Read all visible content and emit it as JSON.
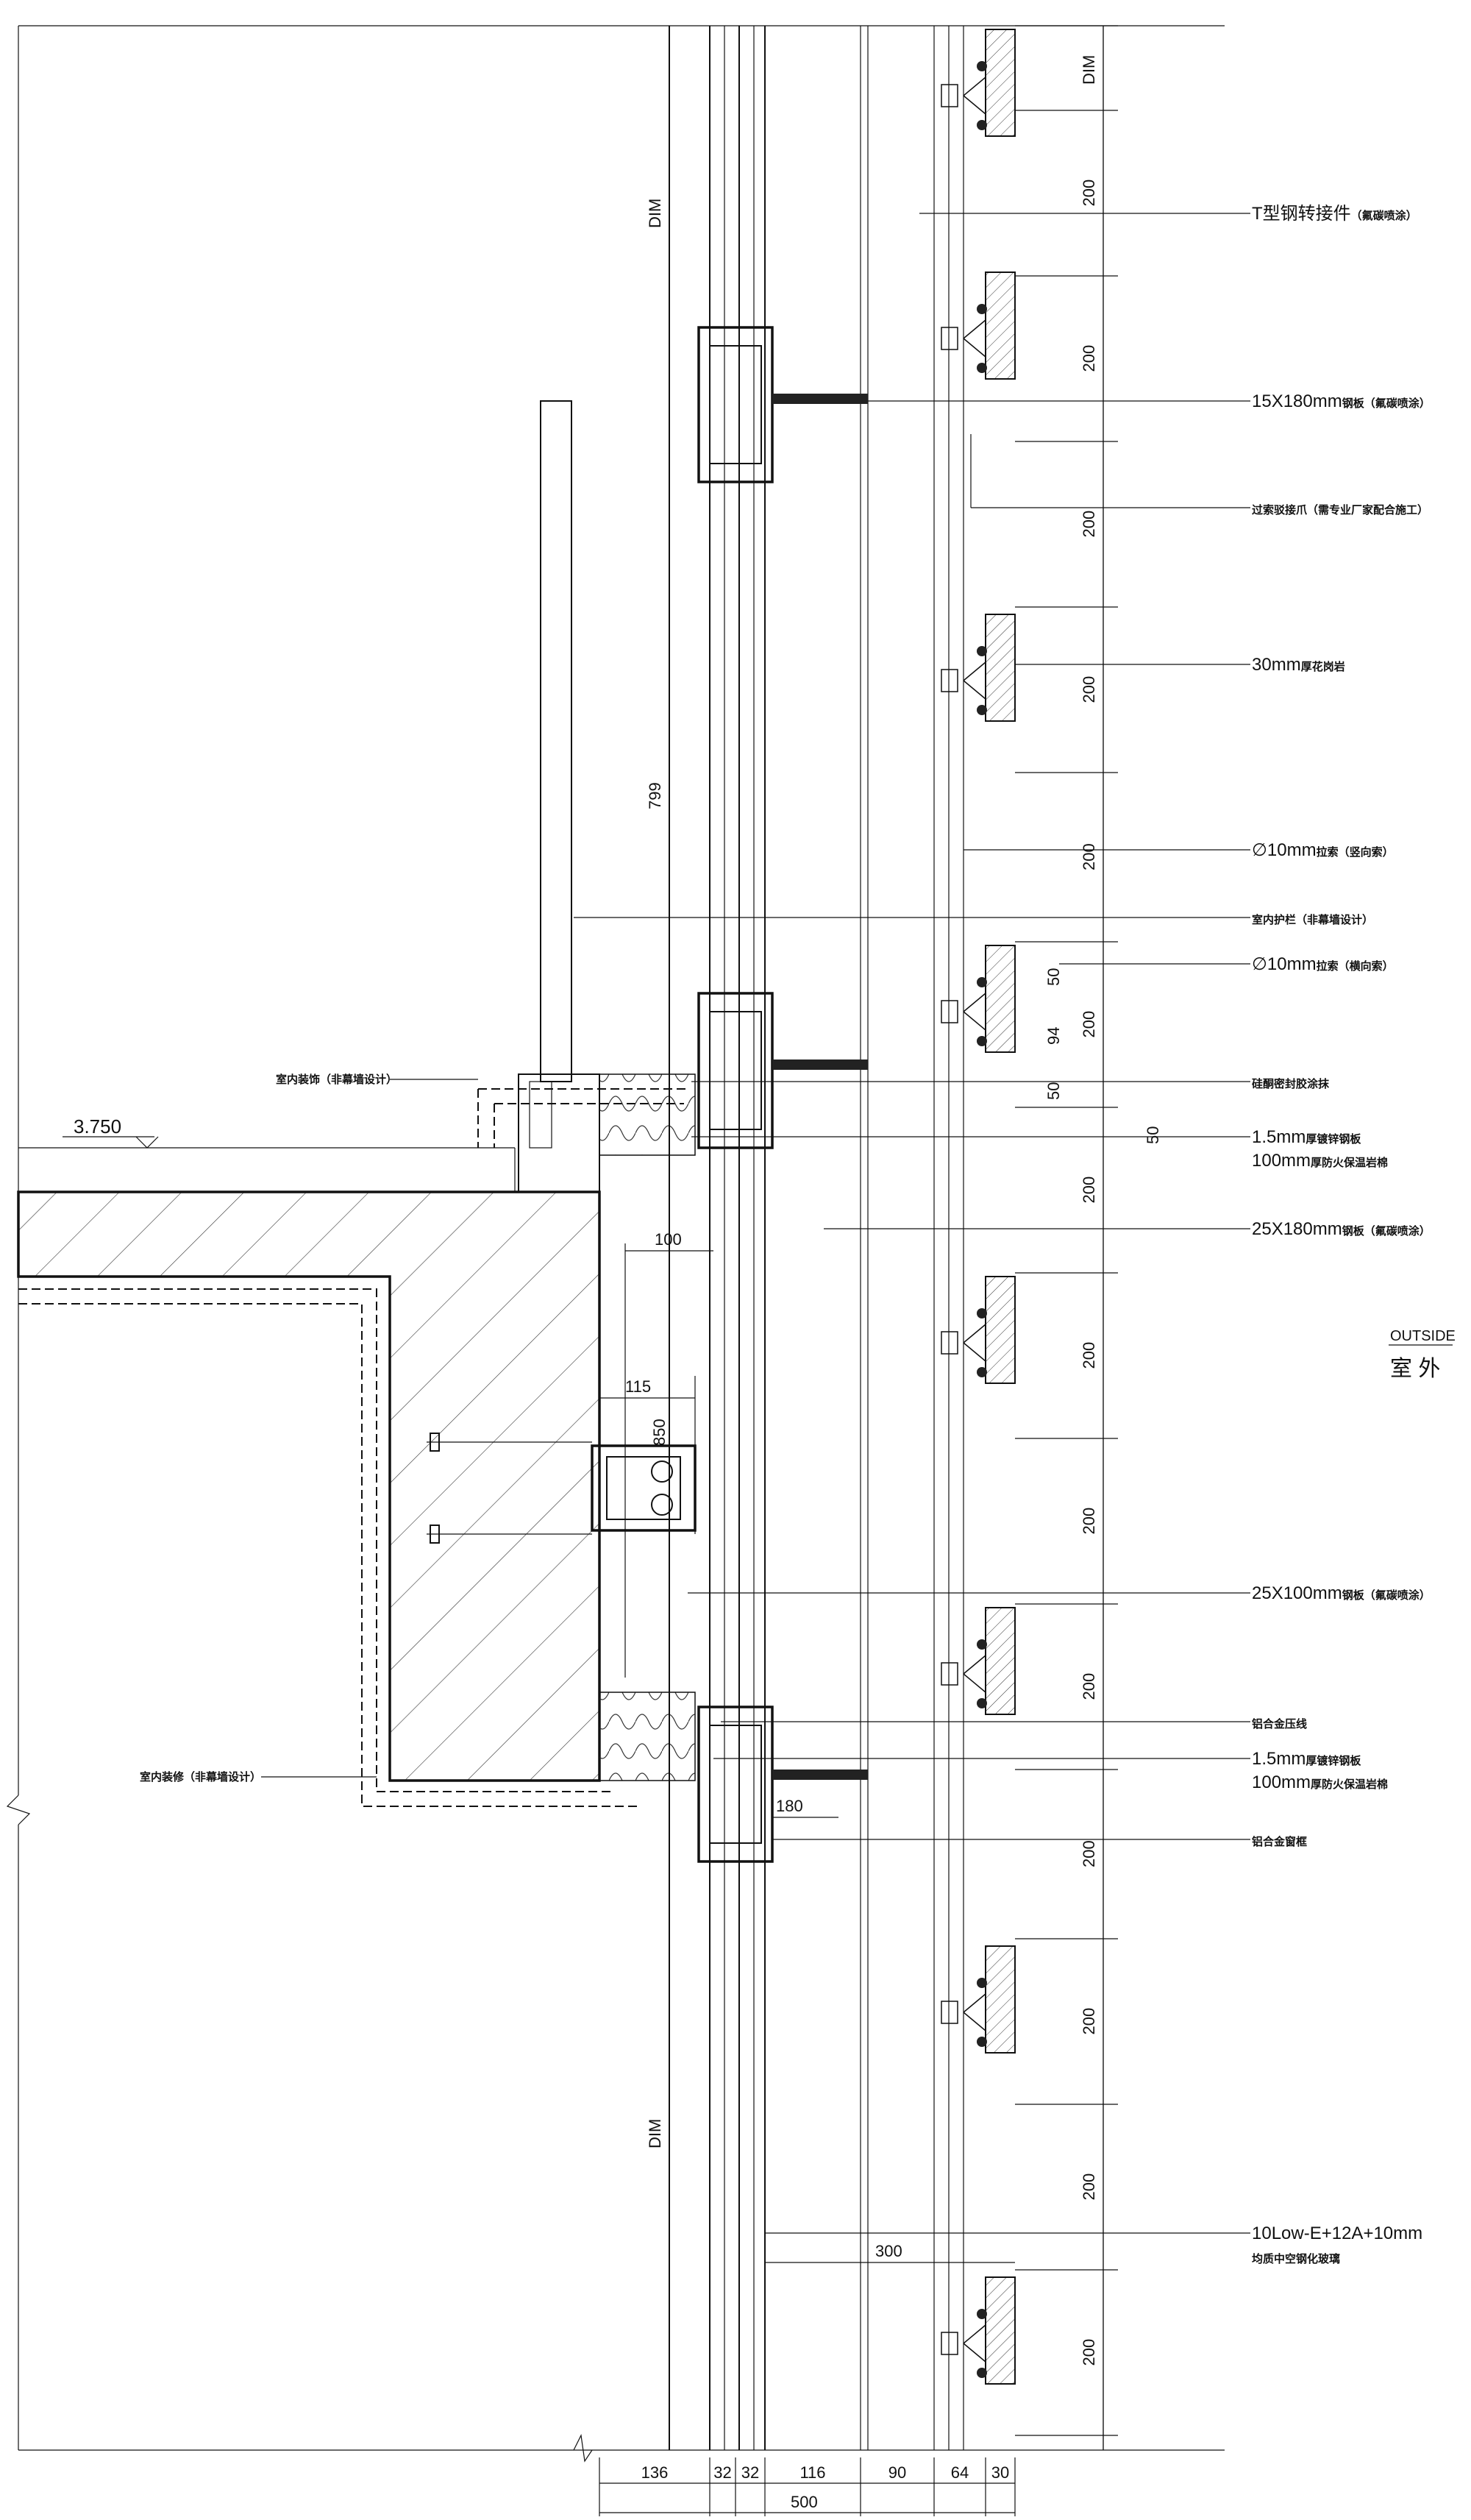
{
  "elevation": "3.750",
  "outside": {
    "en": "OUTSIDE",
    "zh": "室 外"
  },
  "left_labels": {
    "interior_decor_top": "室内装饰（非幕墙设计）",
    "interior_decor_bottom": "室内装修（非幕墙设计）"
  },
  "callouts": [
    {
      "main": "T型钢转接件",
      "note": "（氟碳喷涂）"
    },
    {
      "main": "15X180mm",
      "note": "钢板（氟碳喷涂）"
    },
    {
      "main": "",
      "note": "过索驳接爪（需专业厂家配合施工）"
    },
    {
      "main": "30mm",
      "note": "厚花岗岩"
    },
    {
      "main": "∅10mm",
      "note": "拉索（竖向索）"
    },
    {
      "main": "",
      "note": "室内护栏（非幕墙设计）"
    },
    {
      "main": "∅10mm",
      "note": "拉索（横向索）"
    },
    {
      "main": "",
      "note": "硅酮密封胶涂抹"
    },
    {
      "main": "1.5mm",
      "note": "厚镀锌钢板"
    },
    {
      "main": "100mm",
      "note": "厚防火保温岩棉"
    },
    {
      "main": "25X180mm",
      "note": "钢板（氟碳喷涂）"
    },
    {
      "main": "25X100mm",
      "note": "钢板（氟碳喷涂）"
    },
    {
      "main": "",
      "note": "铝合金压线"
    },
    {
      "main": "1.5mm",
      "note": "厚镀锌钢板"
    },
    {
      "main": "100mm",
      "note": "厚防火保温岩棉"
    },
    {
      "main": "",
      "note": "铝合金窗框"
    },
    {
      "main": "10Low-E+12A+10mm",
      "note": ""
    },
    {
      "main": "",
      "note": "均质中空钢化玻璃"
    }
  ],
  "vertical_dims": {
    "dim_top": "DIM",
    "dim_799": "799",
    "dim_bottom": "DIM",
    "spacing_200": "200",
    "dim_50": "50",
    "dim_94": "94"
  },
  "local_dims": {
    "d100": "100",
    "d115": "115",
    "d850": "850",
    "d180": "180",
    "d300": "300"
  },
  "bottom_dims": [
    "136",
    "32",
    "32",
    "116",
    "90",
    "64",
    "30"
  ],
  "bottom_total": "500"
}
